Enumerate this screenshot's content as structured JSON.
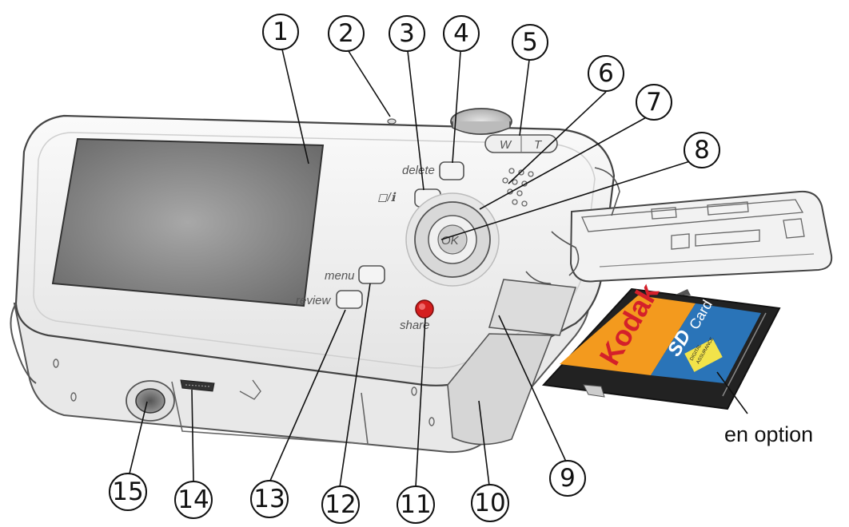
{
  "callouts": [
    {
      "number": "1"
    },
    {
      "number": "2"
    },
    {
      "number": "3"
    },
    {
      "number": "4"
    },
    {
      "number": "5"
    },
    {
      "number": "6"
    },
    {
      "number": "7"
    },
    {
      "number": "8"
    },
    {
      "number": "9"
    },
    {
      "number": "10"
    },
    {
      "number": "11"
    },
    {
      "number": "12"
    },
    {
      "number": "13"
    },
    {
      "number": "14"
    },
    {
      "number": "15"
    }
  ],
  "camera_labels": {
    "delete": "delete",
    "display_info": "◻/ℹ",
    "menu": "menu",
    "review": "review",
    "share": "share",
    "ok": "OK",
    "zoom_w": "W",
    "zoom_t": "T"
  },
  "sd_card": {
    "brand": "Kodak",
    "sd_logo": "SD",
    "card_word": "Card",
    "assurance_line1": "DIGITAL",
    "assurance_line2": "ASSURANCE"
  },
  "caption": "en option",
  "colors": {
    "camera_body": "#f2f2f2",
    "screen": "#8a8a8a",
    "share_button": "#d41e1e",
    "card_orange": "#f39a1e",
    "card_blue": "#2a74b8",
    "card_red_text": "#d4202a"
  }
}
